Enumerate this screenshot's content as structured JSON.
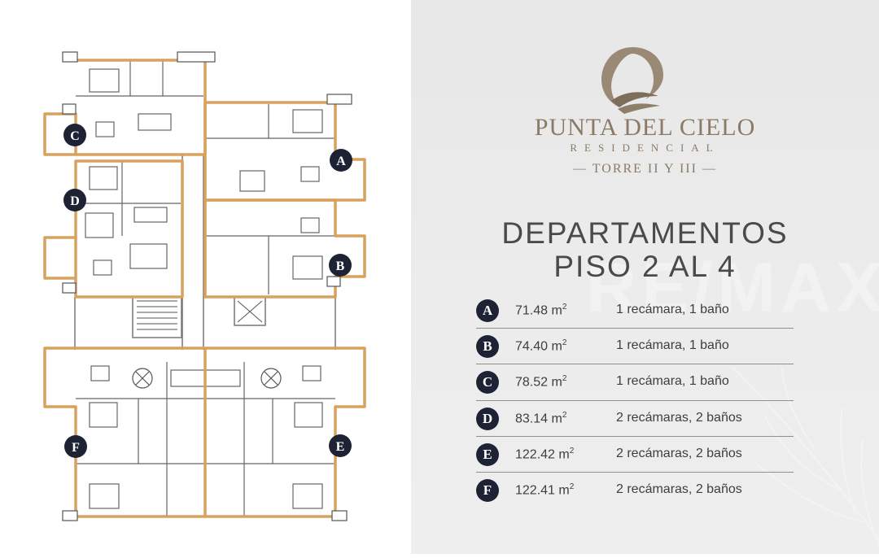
{
  "brand": {
    "name": "PUNTA DEL CIELO",
    "subtitle": "RESIDENCIAL",
    "tower": "— TORRE II Y III —"
  },
  "title": {
    "line1": "DEPARTAMENTOS",
    "line2": "PISO 2 AL 4"
  },
  "watermark": "RE/MAX",
  "units": [
    {
      "letter": "A",
      "area": "71.48 m",
      "unit": "2",
      "description": "1 recámara, 1 baño"
    },
    {
      "letter": "B",
      "area": "74.40 m",
      "unit": "2",
      "description": "1 recámara, 1 baño"
    },
    {
      "letter": "C",
      "area": "78.52 m",
      "unit": "2",
      "description": "1 recámara, 1 baño"
    },
    {
      "letter": "D",
      "area": "83.14 m",
      "unit": "2",
      "description": "2 recámaras, 2 baños"
    },
    {
      "letter": "E",
      "area": "122.42 m",
      "unit": "2",
      "description": "2 recámaras, 2 baños"
    },
    {
      "letter": "F",
      "area": "122.41 m",
      "unit": "2",
      "description": "2 recámaras, 2 baños"
    }
  ],
  "plan_labels": [
    "A",
    "B",
    "C",
    "D",
    "E",
    "F"
  ],
  "colors": {
    "outline": "#d9a15e",
    "badge": "#1d2235",
    "wall": "#555555",
    "brand": "#8a7a66"
  }
}
